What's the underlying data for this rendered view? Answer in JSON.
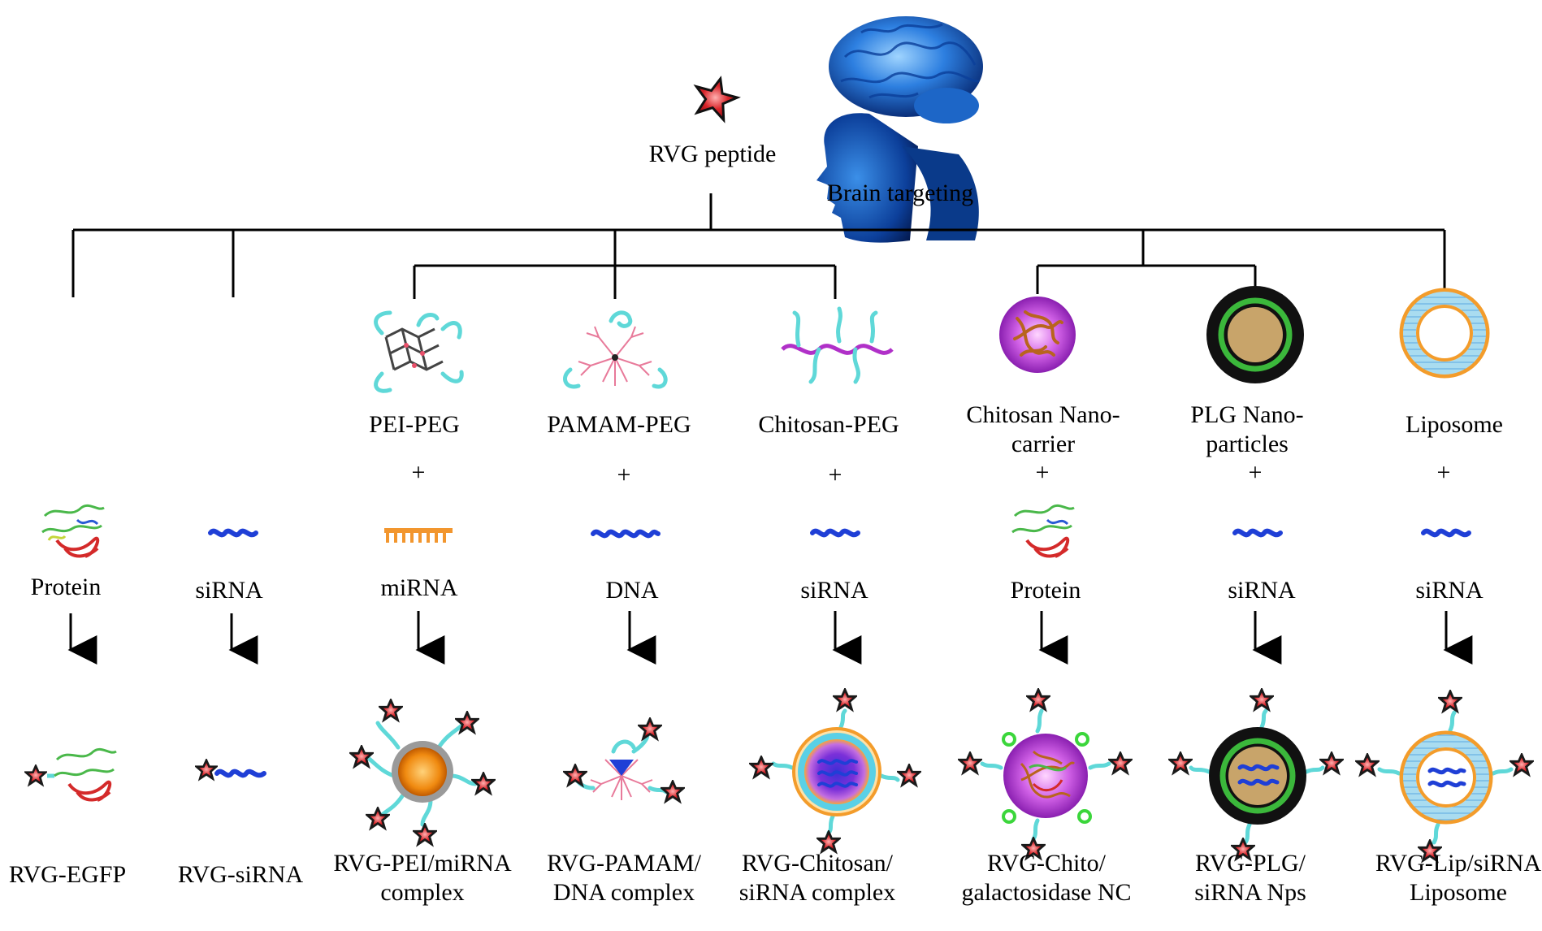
{
  "top": {
    "peptide_label": "RVG peptide",
    "brain_label": "Brain targeting"
  },
  "plus_sign": "+",
  "columns": [
    {
      "carrier": "",
      "payload": "Protein",
      "product": [
        "RVG-EGFP"
      ]
    },
    {
      "carrier": "",
      "payload": "siRNA",
      "product": [
        "RVG-siRNA"
      ]
    },
    {
      "carrier": "PEI-PEG",
      "payload": "miRNA",
      "product": [
        "RVG-PEI/miRNA",
        "complex"
      ]
    },
    {
      "carrier": "PAMAM-PEG",
      "payload": "DNA",
      "product": [
        "RVG-PAMAM/",
        "DNA complex"
      ]
    },
    {
      "carrier": "Chitosan-PEG",
      "payload": "siRNA",
      "product": [
        "RVG-Chitosan/",
        "siRNA complex"
      ]
    },
    {
      "carrier": "Chitosan Nano-\ncarrier",
      "payload": "Protein",
      "product": [
        "RVG-Chito/",
        "galactosidase NC"
      ]
    },
    {
      "carrier": "PLG Nano-\nparticles",
      "payload": "siRNA",
      "product": [
        "RVG-PLG/",
        "siRNA Nps"
      ]
    },
    {
      "carrier": "Liposome",
      "payload": "siRNA",
      "product": [
        "RVG-Lip/siRNA",
        "Liposome"
      ]
    }
  ],
  "colors": {
    "star_fill": "#d9252a",
    "star_outline": "#1a1a1a",
    "linker": "#5fd8d8",
    "sirna": "#1f3fd6",
    "mirna": "#f2962e",
    "chitosan_nc": "#b33ad6",
    "chitosan_fiber": "#b8641e",
    "plg_ring": "#3bb83b",
    "plg_core": "#c8a46a",
    "liposome_outer": "#f39c2b",
    "liposome_inner": "#8fd0ea",
    "brain_blue": "#2d7fe0"
  }
}
